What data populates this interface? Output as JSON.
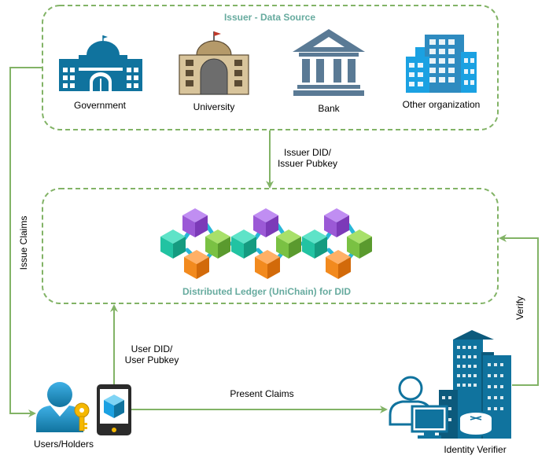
{
  "issuer_group": {
    "title": "Issuer - Data Source"
  },
  "issuers": [
    {
      "label": "Government",
      "icon": "government-building-icon"
    },
    {
      "label": "University",
      "icon": "university-building-icon"
    },
    {
      "label": "Bank",
      "icon": "bank-building-icon"
    },
    {
      "label": "Other organization",
      "icon": "office-building-icon"
    }
  ],
  "ledger_group": {
    "title": "Distributed Ledger (UniChain) for DID",
    "icon": "blockchain-cubes-icon"
  },
  "users": {
    "label": "Users/Holders",
    "icons": [
      "user-key-icon",
      "mobile-wallet-icon"
    ]
  },
  "verifier": {
    "label": "Identity Verifier",
    "icon": "verifier-datacenter-icon"
  },
  "edges": {
    "issuer_to_ledger": [
      "Issuer DID/",
      "Issuer Pubkey"
    ],
    "user_to_ledger": [
      "User DID/",
      "User Pubkey"
    ],
    "issue_claims": "Issue Claims",
    "present_claims": "Present Claims",
    "verify": "Verify"
  },
  "colors": {
    "dashed_border": "#82B366",
    "arrow": "#82B366",
    "group_title": "#67AB9F",
    "icon_dark": "#10739E",
    "icon_mid": "#2E8BC0",
    "icon_light": "#1BA1E2"
  }
}
